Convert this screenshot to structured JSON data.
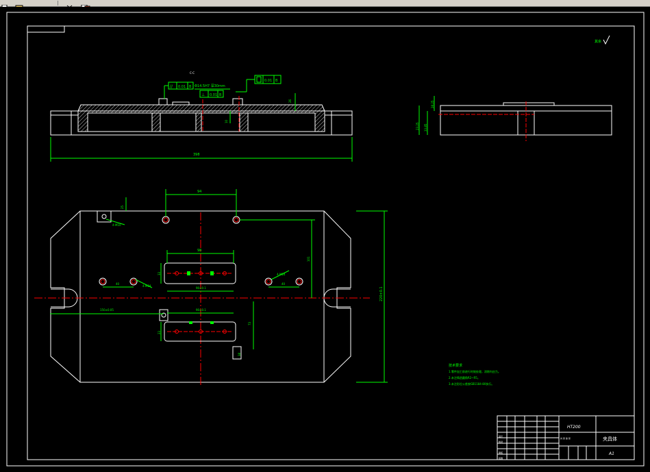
{
  "drawing": {
    "material": "HT200",
    "part_name": "夹具体",
    "scale_sheet": "A1",
    "roughness_mark": "其余",
    "section_label": "C-C",
    "tech_requirements_title": "技术要求",
    "tech_requirements": [
      "1.零件加工前进行时效处理，消除内应力。",
      "2.未注铸造圆角R2~R5。",
      "3.未注形位公差按GB1184-80执行。"
    ]
  },
  "dimensions": {
    "top_overall": "398",
    "top_height_a": "26",
    "top_height_b": "10",
    "top_hole_callout": "Φ14.5H7 深30mm",
    "tol_parallel": "0.01",
    "tol_perp": "0.01",
    "tol_flat": "0.01",
    "datum": "B",
    "side_h1": "23.25",
    "side_h2": "33.85",
    "side_h3": "28.25",
    "plan_top_spacing": "94",
    "plan_slot_spacing": "98",
    "plan_slot_w1": "90±0.1",
    "plan_slot_w2": "90±0.1",
    "plan_height_right": "101",
    "plan_width_left": "150±0.05",
    "plan_overall_height": "220±0.1",
    "plan_side_40_left": "40",
    "plan_side_40_right": "40",
    "plan_hole_4_left": "4-M24",
    "plan_hole_4_right": "4-M24",
    "plan_hole_callout_top": "4-M10",
    "plan_small_25": "25",
    "plan_small_33": "33",
    "plan_small_23": "23",
    "plan_small_73": "73",
    "plan_small_38": "38"
  },
  "title_block": {
    "rows": [
      "设计",
      "校对",
      "审核",
      "批准"
    ],
    "sheet_info": "共 张 第 张"
  },
  "colors": {
    "background": "#000000",
    "line_white": "#ffffff",
    "dim_green": "#00ff00",
    "center_red": "#ff0000",
    "toolbar": "#d4d0c8"
  }
}
